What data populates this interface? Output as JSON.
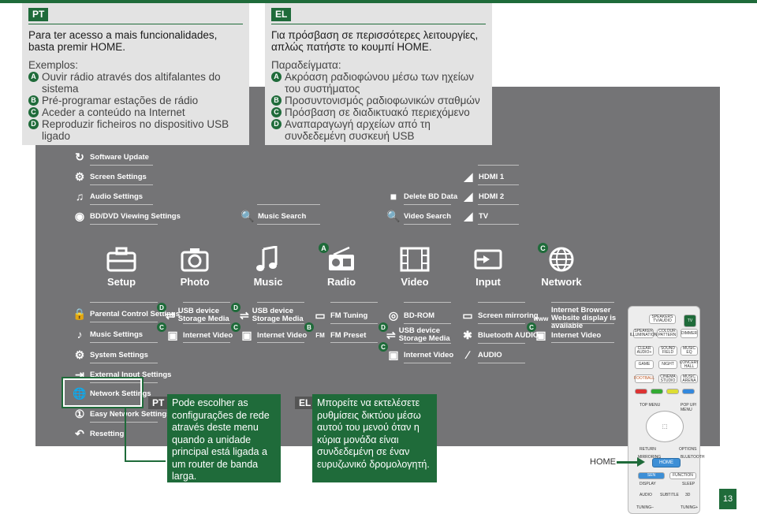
{
  "page_number": "13",
  "pt_box": {
    "lang": "PT",
    "lead": "Para ter acesso a mais funcionalidades, basta premir HOME.",
    "examples_label": "Exemplos:",
    "items": [
      {
        "mark": "A",
        "text": "Ouvir rádio através dos altifalantes do sistema"
      },
      {
        "mark": "B",
        "text": "Pré-programar estações de rádio"
      },
      {
        "mark": "C",
        "text": "Aceder a conteúdo na Internet"
      },
      {
        "mark": "D",
        "text": "Reproduzir ficheiros no dispositivo USB ligado"
      }
    ]
  },
  "el_box": {
    "lang": "EL",
    "lead": "Για πρόσβαση σε περισσότερες λειτουργίες, απλώς πατήστε το κουμπί HOME.",
    "examples_label": "Παραδείγματα:",
    "items": [
      {
        "mark": "A",
        "text": "Ακρόαση ραδιοφώνου μέσω των ηχείων του συστήματος"
      },
      {
        "mark": "B",
        "text": "Προσυντονισμός ραδιοφωνικών σταθμών"
      },
      {
        "mark": "C",
        "text": "Πρόσβαση σε διαδικτυακό περιεχόμενο"
      },
      {
        "mark": "D",
        "text": "Αναπαραγωγή αρχείων από τη συνδεδεμένη συσκευή USB"
      }
    ]
  },
  "menu": {
    "setup_top": [
      "Software Update",
      "Screen Settings",
      "Audio Settings",
      "BD/DVD Viewing Settings"
    ],
    "music_search": "Music Search",
    "video_top": [
      "Delete BD Data",
      "Video Search"
    ],
    "input_top": [
      "HDMI 1",
      "HDMI 2",
      "TV"
    ],
    "categories": [
      "Setup",
      "Photo",
      "Music",
      "Radio",
      "Video",
      "Input",
      "Network"
    ],
    "setup_bottom": [
      "Parental Control Settings",
      "Music Settings",
      "System Settings",
      "External Input Settings",
      "Network Settings",
      "Easy Network Settings",
      "Resetting"
    ],
    "photo_bottom": [
      "USB device Storage Media",
      "Internet Video"
    ],
    "music_bottom": [
      "USB device Storage Media",
      "Internet Video"
    ],
    "radio_bottom": [
      "FM Tuning",
      "FM Preset"
    ],
    "video_bottom": [
      "BD-ROM",
      "USB device Storage Media",
      "Internet Video"
    ],
    "input_bottom": [
      "Screen mirroring",
      "Bluetooth AUDIO",
      "AUDIO"
    ],
    "network_bottom": [
      "Internet Browser Website display is available",
      "Internet Video"
    ]
  },
  "callouts": {
    "pt_lang": "PT",
    "pt_text": "Pode escolher as configurações de rede através deste menu quando a unidade principal está ligada a um router de banda larga.",
    "el_lang": "EL",
    "el_text": "Μπορείτε να εκτελέσετε ρυθμίσεις δικτύου μέσω αυτού του μενού όταν η κύρια μονάδα είναι συνδεδεμένη σε έναν ευρυζωνικό δρομολογητή."
  },
  "remote": {
    "home_label": "HOME",
    "buttons": [
      "SPEAKERS TV/AUDIO",
      "TV",
      "SPEAKER ILLUMINATION",
      "COLOUR PATTERN",
      "DIMMER",
      "CLEAR AUDIO+",
      "SOUND FIELD",
      "MUSIC EQ",
      "GAME",
      "NIGHT",
      "CONCERT HALL",
      "FOOTBALL",
      "CINEMA STUDIO",
      "MUSIC ARENA",
      "TOP MENU",
      "POP UP/ MENU",
      "RETURN",
      "OPTIONS",
      "MIRRORING",
      "BLUETOOTH",
      "HOME",
      "SEN",
      "FUNCTION",
      "DISPLAY",
      "SLEEP",
      "AUDIO",
      "SUBTITLE",
      "3D",
      "TUNING–",
      "TUNING+"
    ]
  },
  "colors": {
    "brand_green": "#1f6b3a",
    "board_grey": "#747476",
    "box_grey": "#e3e3e3"
  }
}
